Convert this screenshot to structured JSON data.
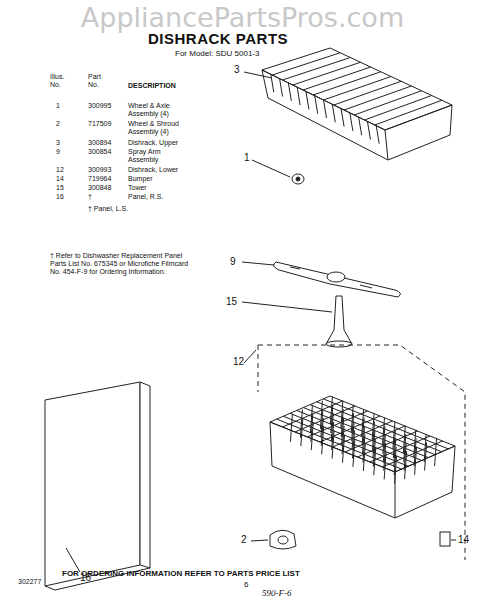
{
  "diagram": {
    "title": "DISHRACK PARTS",
    "labels": [
      "AppliancePartsPros.com",
      "For Model: SDU 5001-3",
      "Illus. No.",
      "Part No.",
      "DESCRIPTION",
      "1",
      "300995",
      "Wheel & Axle Assembly (4)",
      "2",
      "717509",
      "Wheel & Shroud Assembly (4)",
      "3",
      "300894",
      "Dishrack, Upper",
      "9",
      "300854",
      "Spray Arm Assembly",
      "12",
      "300993",
      "Dishrack, Lower",
      "14",
      "719964",
      "Bumper",
      "15",
      "300848",
      "Tower",
      "16",
      "†",
      "Panel, R.S.",
      "† Panel, L.S.",
      "† Refer to Dishwasher Replacement Panel Parts List No. 675345 or Microfiche Filmcard No. 454-F-9 for Ordering Information.",
      "3",
      "1",
      "9",
      "15",
      "12",
      "2",
      "14",
      "16",
      "FOR ORDERING INFORMATION REFER TO PARTS PRICE LIST",
      "302277",
      "6",
      "590-F-6"
    ]
  }
}
